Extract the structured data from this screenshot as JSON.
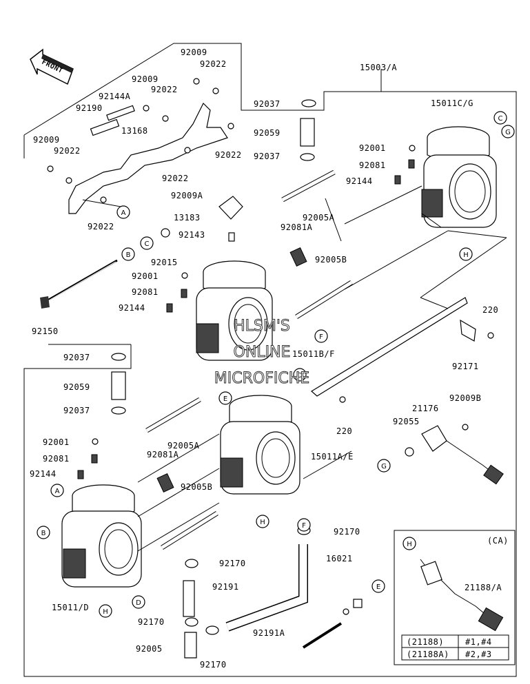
{
  "front_label": "FRONT",
  "watermark": {
    "line1": "HLSM'S",
    "line2": "ONLINE",
    "line3": "MICROFICHE"
  },
  "labels": {
    "p15003A": "15003/A",
    "p92009_1": "92009",
    "p92022_1": "92022",
    "p92009_2": "92009",
    "p92022_2": "92022",
    "p92144A": "92144A",
    "p92190": "92190",
    "p13168": "13168",
    "p92009_3": "92009",
    "p92022_3": "92022",
    "p92022_4": "92022",
    "p92022_5": "92022",
    "p92022_6": "92022",
    "p92037_1": "92037",
    "p92059_1": "92059",
    "p92037_2": "92037",
    "p15011CG": "15011C/G",
    "p92001_1": "92001",
    "p92081_1": "92081",
    "p92144_1": "92144",
    "p92009A": "92009A",
    "p13183": "13183",
    "p92005A_1": "92005A",
    "p92081A_1": "92081A",
    "p92143": "92143",
    "p92015": "92015",
    "p92005B_1": "92005B",
    "p92001_2": "92001",
    "p92081_2": "92081",
    "p92144_2": "92144",
    "p92150": "92150",
    "p220_1": "220",
    "p15011BF": "15011B/F",
    "p92171": "92171",
    "p92037_3": "92037",
    "p92059_2": "92059",
    "p92037_4": "92037",
    "p220_2": "220",
    "p21176": "21176",
    "p92009B": "92009B",
    "p92055": "92055",
    "p92001_3": "92001",
    "p92005A_2": "92005A",
    "p92081_3": "92081",
    "p92081A_2": "92081A",
    "p15011AE": "15011A/E",
    "p92144_3": "92144",
    "p92005B_2": "92005B",
    "p92170_1": "92170",
    "p92170_2": "92170",
    "p16021": "16021",
    "p92191": "92191",
    "p15011D": "15011/D",
    "p92170_3": "92170",
    "p92191A": "92191A",
    "p92005": "92005",
    "p92170_4": "92170",
    "p21188A": "21188/A"
  },
  "ca_box": {
    "title": "(CA)",
    "rows": [
      {
        "part": "(21188)",
        "cyl": "#1,#4"
      },
      {
        "part": "(21188A)",
        "cyl": "#2,#3"
      }
    ]
  },
  "callouts": [
    "A",
    "B",
    "C",
    "D",
    "E",
    "F",
    "G",
    "H"
  ]
}
